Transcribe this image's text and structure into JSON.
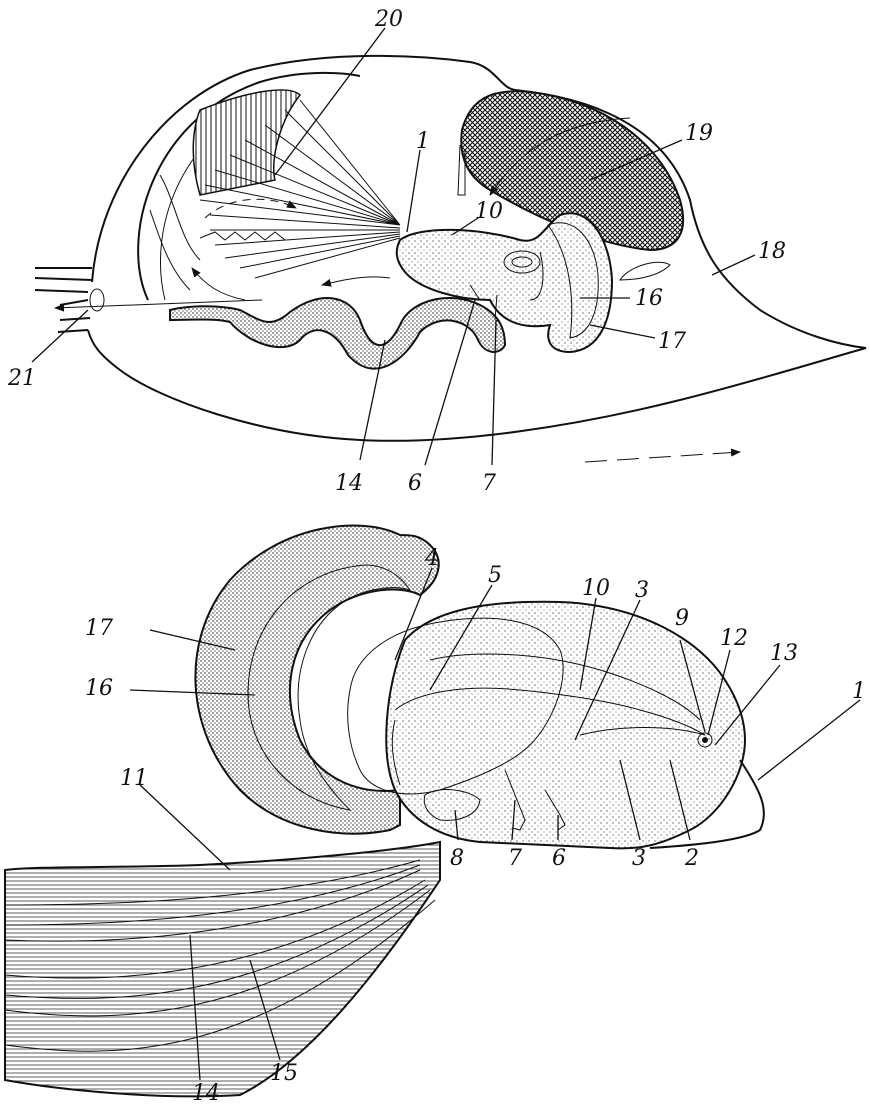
{
  "diagram": {
    "top_labels": {
      "l20": "20",
      "l19": "19",
      "l18": "18",
      "l1": "1",
      "l10": "10",
      "l16": "16",
      "l17": "17",
      "l21": "21",
      "l14": "14",
      "l6": "6",
      "l7": "7"
    },
    "bottom_labels": {
      "l4": "4",
      "l5": "5",
      "l10": "10",
      "l3a": "3",
      "l9": "9",
      "l12": "12",
      "l13": "13",
      "l1": "1",
      "l17": "17",
      "l16": "16",
      "l11": "11",
      "l8": "8",
      "l7": "7",
      "l6": "6",
      "l3b": "3",
      "l2": "2",
      "l14": "14",
      "l15": "15"
    }
  }
}
